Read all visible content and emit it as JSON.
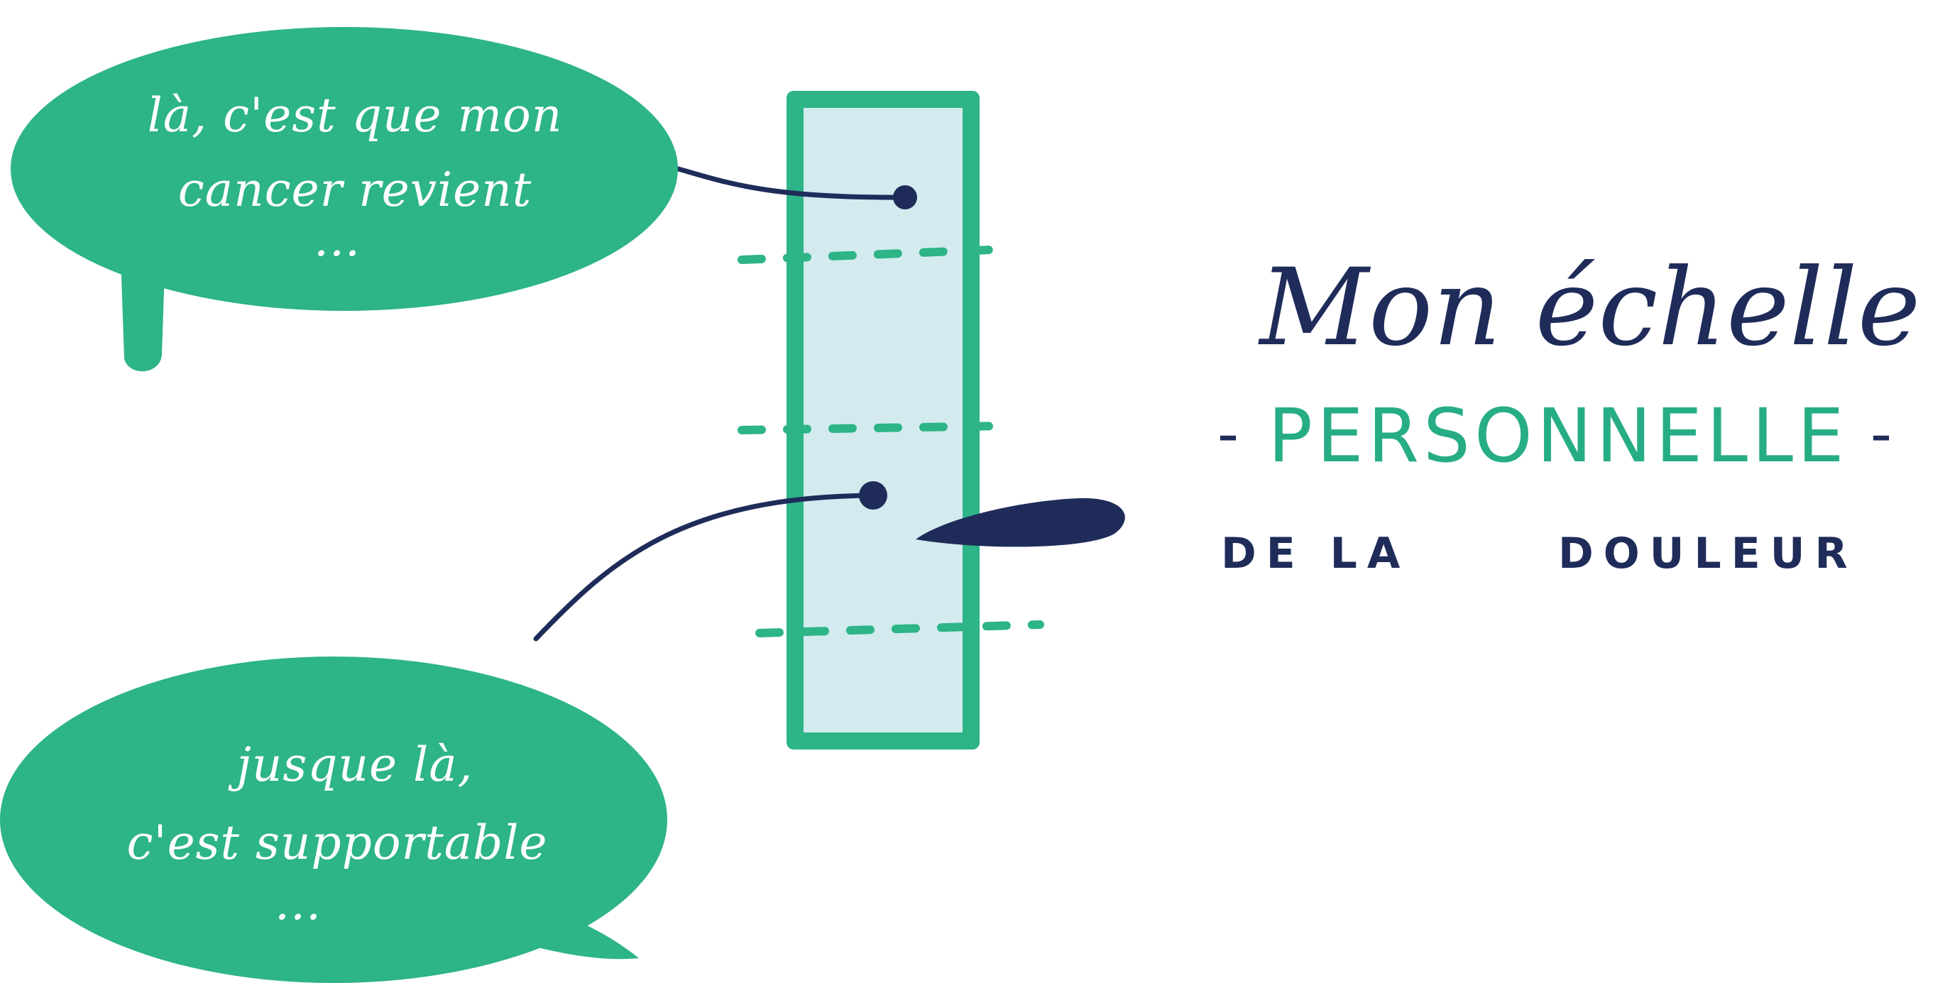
{
  "colors": {
    "green": "#2db487",
    "navy": "#1f2c5a",
    "scale_fill": "#d3ebef",
    "background": "#ffffff"
  },
  "bubble_top": {
    "line1": "là, c'est que mon",
    "line2": "cancer revient",
    "ellipsis": "..."
  },
  "bubble_bottom": {
    "line1": "jusque là,",
    "line2": "c'est supportable",
    "ellipsis": "..."
  },
  "title": {
    "main": "Mon échelle",
    "dash": "-",
    "sub": "PERSONNELLE",
    "foot_part1": "DE LA",
    "foot_part2": "DOULEUR"
  }
}
